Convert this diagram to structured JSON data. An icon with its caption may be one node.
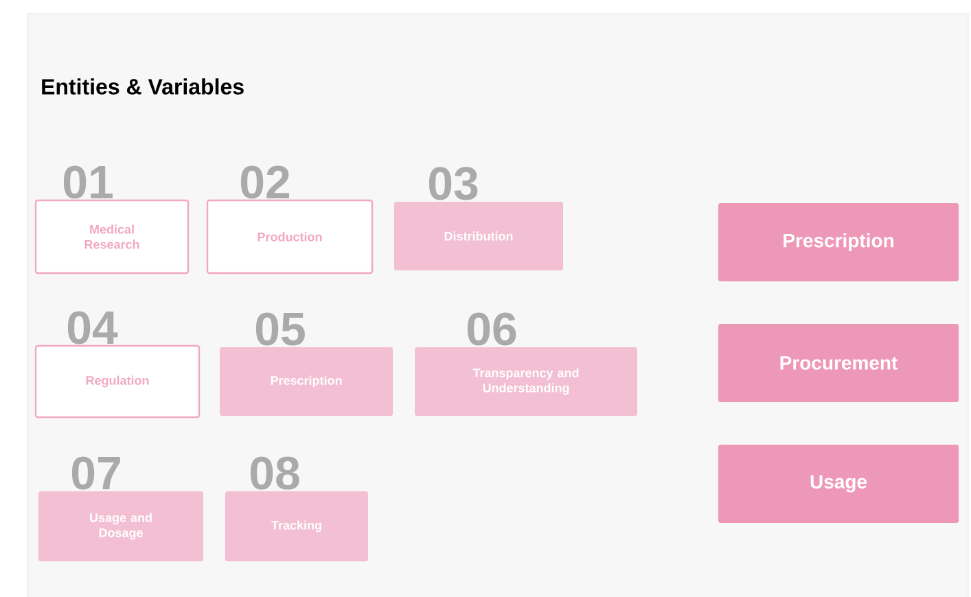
{
  "diagram": {
    "title": "Entities & Variables",
    "nodes": [
      {
        "text": [
          "Medical Research"
        ],
        "beside": [
          "01"
        ]
      },
      {
        "text": [
          "Production"
        ],
        "beside": [
          "02"
        ]
      },
      {
        "text": [
          "Distribution"
        ],
        "beside": [
          "03"
        ]
      },
      {
        "text": [
          "Regulation"
        ],
        "beside": [
          "04"
        ]
      },
      {
        "text": [
          "Prescription"
        ],
        "beside": [
          "05"
        ]
      },
      {
        "text": [
          "Transparency and Understanding"
        ],
        "beside": [
          "06"
        ]
      },
      {
        "text": [
          "Usage and Dosage"
        ],
        "beside": [
          "07"
        ]
      },
      {
        "text": [
          "Tracking"
        ],
        "beside": [
          "08"
        ]
      },
      {
        "text": [
          "Prescription"
        ]
      },
      {
        "text": [
          "Procurement"
        ]
      },
      {
        "text": [
          "Usage"
        ]
      }
    ],
    "edges": []
  }
}
